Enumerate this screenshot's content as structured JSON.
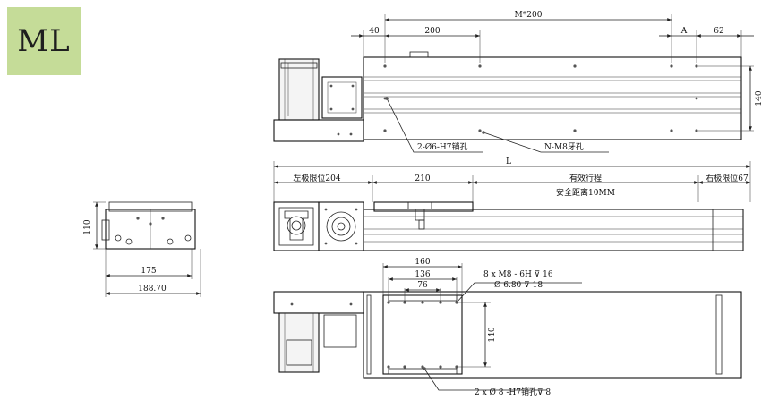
{
  "badge": {
    "label": "ML"
  },
  "colors": {
    "badge_bg": "#c5dc98",
    "line": "#222222",
    "background": "#ffffff"
  },
  "top_view": {
    "dim_m200": "M*200",
    "dim_40": "40",
    "dim_200": "200",
    "dim_a": "A",
    "dim_62": "62",
    "dim_140": "140",
    "callout_pin": "2-Ø6-H7销孔",
    "callout_thread": "N-M8牙孔"
  },
  "side_view": {
    "dim_l": "L",
    "left_limit": "左极限位204",
    "dim_210": "210",
    "effective_stroke": "有效行程",
    "right_limit": "右极限位67",
    "safety_distance": "安全距离10MM"
  },
  "end_view": {
    "dim_110": "110",
    "dim_175": "175",
    "dim_18870": "188.70"
  },
  "bottom_view": {
    "dim_160": "160",
    "dim_136": "136",
    "dim_76": "76",
    "dim_140": "140",
    "note_thread": "8 x  M8 - 6H ⊽ 16",
    "note_counterbore": "Ø 6.80 ⊽ 18",
    "note_pin": "2 x  Ø 8 -H7销孔⊽ 8"
  }
}
